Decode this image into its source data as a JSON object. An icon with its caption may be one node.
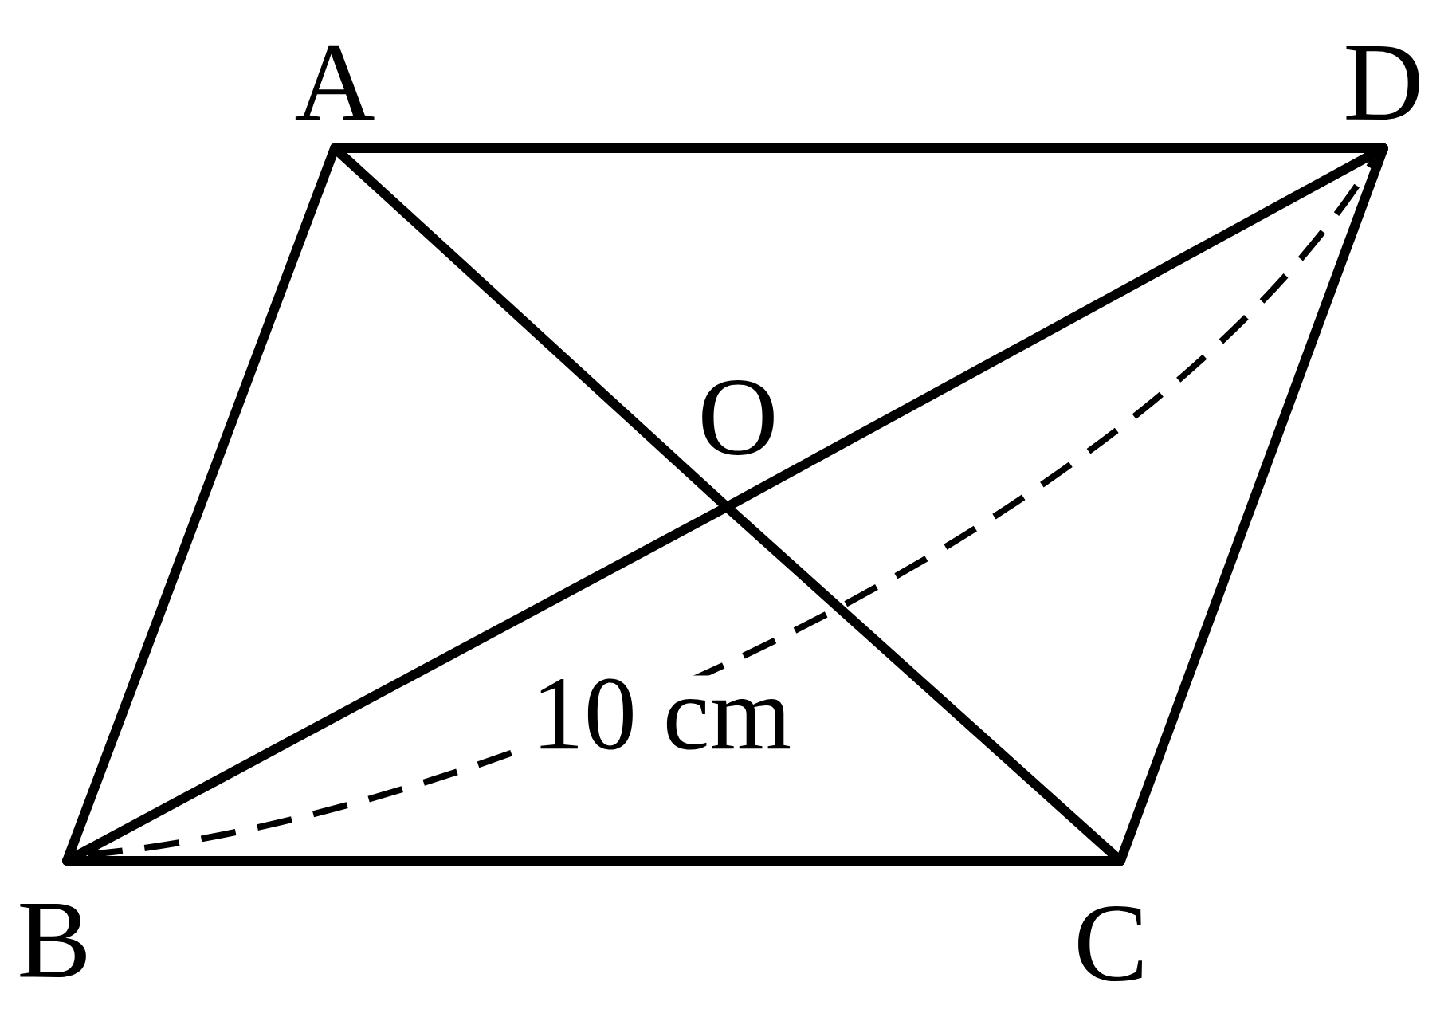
{
  "diagram": {
    "nodes": [
      {
        "text": [
          "A"
        ]
      },
      {
        "text": [
          "D"
        ]
      },
      {
        "text": [
          "O"
        ]
      },
      {
        "text": [
          "B"
        ]
      },
      {
        "text": [
          "C"
        ]
      }
    ],
    "edges": [
      {
        "from": 0,
        "to": 1,
        "arrow": "none"
      },
      {
        "from": 0,
        "to": 3,
        "arrow": "none"
      },
      {
        "from": 3,
        "to": 4,
        "arrow": "none"
      },
      {
        "from": 4,
        "to": 1,
        "arrow": "none"
      },
      {
        "from": 0,
        "to": 2,
        "arrow": "none"
      },
      {
        "from": 2,
        "to": 4,
        "arrow": "none"
      },
      {
        "from": 3,
        "to": 2,
        "arrow": "none"
      },
      {
        "from": 2,
        "to": 1,
        "arrow": "none"
      }
    ],
    "labels": [
      "10 cm"
    ]
  }
}
